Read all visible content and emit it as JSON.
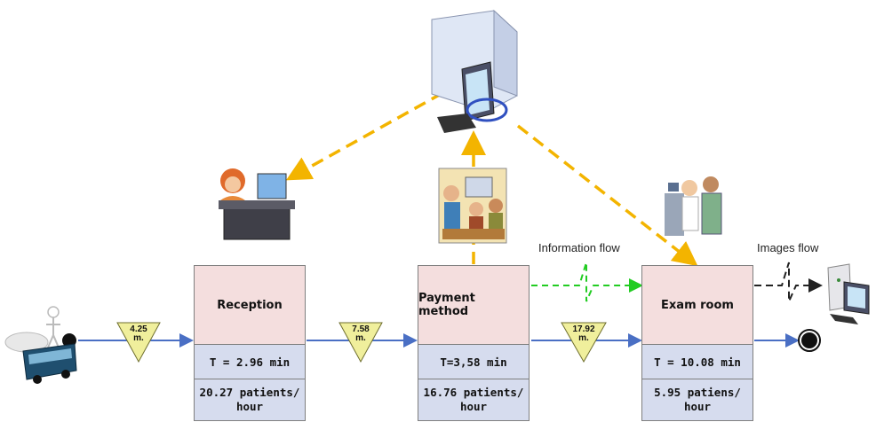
{
  "processes": [
    {
      "name": "Reception",
      "time": "T = 2.96 min",
      "rate_line1": "20.27 patients/",
      "rate_line2": "hour"
    },
    {
      "name": "Payment method",
      "time": "T=3,58 min",
      "rate_line1": "16.76 patients/",
      "rate_line2": "hour"
    },
    {
      "name": "Exam room",
      "time": "T = 10.08 min",
      "rate_line1": "5.95 patiens/",
      "rate_line2": "hour"
    }
  ],
  "inventories": [
    {
      "line1": "4.25",
      "line2": "m."
    },
    {
      "line1": "7.58",
      "line2": "m."
    },
    {
      "line1": "17.92",
      "line2": "m."
    }
  ],
  "labels": {
    "information_flow": "Information flow",
    "images_flow": "Images flow"
  },
  "icons": {
    "transport": "bus-car-person-icon",
    "receptionist": "receptionist-desk-icon",
    "server": "server-computer-icon",
    "payment": "payment-office-icon",
    "doctor": "doctor-patient-icon",
    "workstation": "imaging-workstation-icon",
    "end": "end-node-icon"
  },
  "colors": {
    "process_fill": "#f4dede",
    "data_fill": "#d6dcee",
    "inventory_fill": "#f0ef9c",
    "flow_line": "#4a6fc4",
    "info_dash": "#f3b400",
    "green_dash": "#22cc22"
  }
}
